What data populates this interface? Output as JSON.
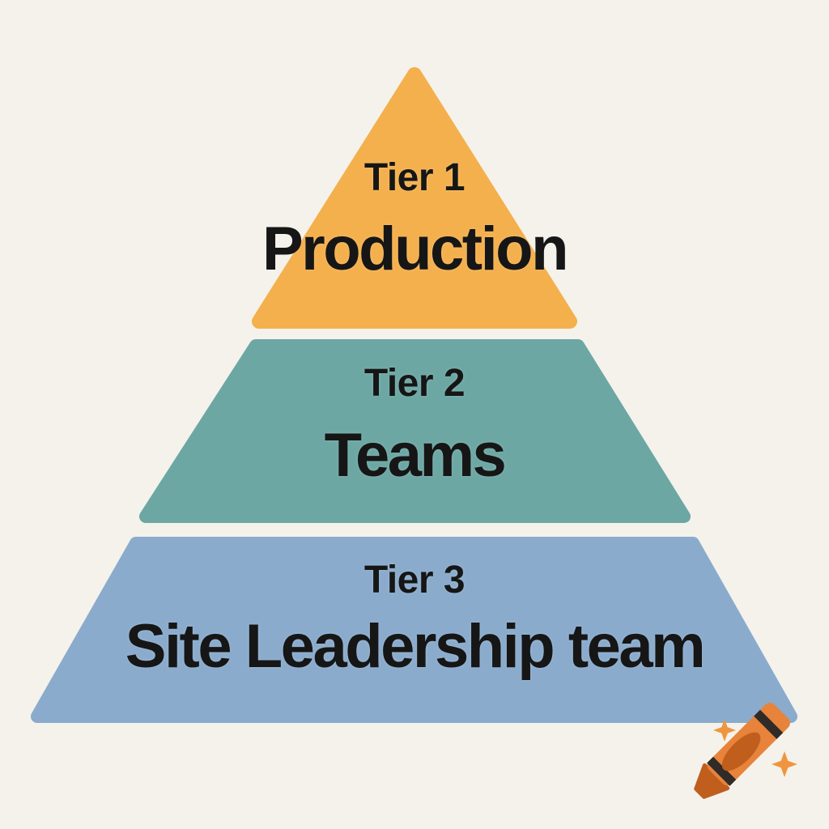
{
  "diagram": {
    "name": "Three-tier pyramid diagram",
    "background_color": "#F4F2EB",
    "text_color": "#161616",
    "tiers": [
      {
        "label": "Tier 1",
        "title": "Production",
        "color": "#F4B04D"
      },
      {
        "label": "Tier 2",
        "title": "Teams",
        "color": "#6CA7A4"
      },
      {
        "label": "Tier 3",
        "title": "Site Leadership team",
        "color": "#8AABCC"
      }
    ]
  },
  "watermark": {
    "name": "crayon-logo",
    "body_color": "#E8833B",
    "dark_color": "#C05E1E",
    "stripe_color": "#2F2B28",
    "sparkle_color": "#F0953F"
  }
}
